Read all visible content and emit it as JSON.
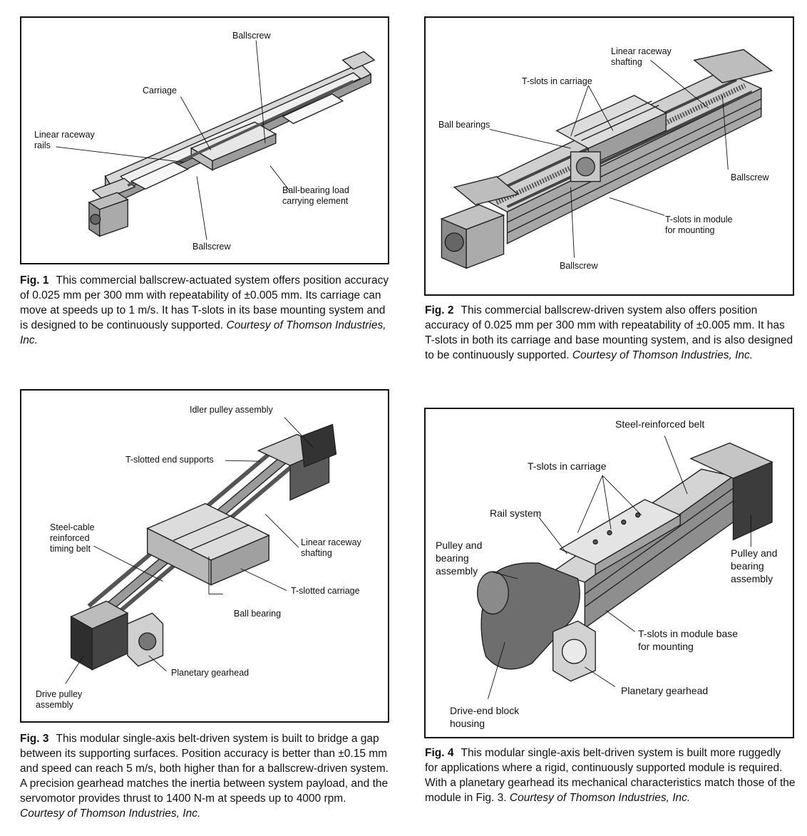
{
  "figures": [
    {
      "labels": {
        "ballscrew_top": "Ballscrew",
        "carriage": "Carriage",
        "rails": "Linear raceway\nrails",
        "load": "Ball-bearing load\ncarrying element",
        "ballscrew_bottom": "Ballscrew"
      },
      "caption": {
        "number": "Fig. 1",
        "text": "This commercial ballscrew-actuated system offers position accuracy of 0.025 mm per 300 mm with repeatability of ±0.005 mm. Its carriage can move at speeds up to 1 m/s. It has T-slots in its base mounting system and is designed to be continuously supported.",
        "courtesy": "Courtesy of Thomson Industries, Inc."
      }
    },
    {
      "labels": {
        "shafting": "Linear raceway\nshafting",
        "tslots_carriage": "T-slots in carriage",
        "ball_bearings": "Ball bearings",
        "ballscrew_right": "Ballscrew",
        "tslots_module": "T-slots in module\nfor mounting",
        "ballscrew_bottom": "Ballscrew"
      },
      "caption": {
        "number": "Fig. 2",
        "text": "This commercial ballscrew-driven system also offers position accuracy of 0.025 mm per 300 mm with repeatability of ±0.005 mm. It has T-slots in both its carriage and base mounting system, and is also designed to be continuously supported.",
        "courtesy": "Courtesy of Thomson Industries, Inc."
      }
    },
    {
      "labels": {
        "idler": "Idler pulley assembly",
        "end_supports": "T-slotted end supports",
        "belt": "Steel-cable\nreinforced\ntiming belt",
        "shafting": "Linear raceway\nshafting",
        "carriage": "T-slotted carriage",
        "ball_bearing": "Ball bearing",
        "gearhead": "Planetary gearhead",
        "drive_pulley": "Drive pulley\nassembly"
      },
      "caption": {
        "number": "Fig. 3",
        "text": "This modular single-axis belt-driven system is built to bridge a gap between its supporting surfaces. Position accuracy is better than ±0.15 mm and speed can reach 5 m/s, both higher than for a ballscrew-driven system. A precision gearhead matches the inertia between system payload, and the servomotor provides thrust to 1400 N-m at speeds up to 4000 rpm.",
        "courtesy": "Courtesy of Thomson Industries, Inc."
      }
    },
    {
      "labels": {
        "belt": "Steel-reinforced belt",
        "tslots_carriage": "T-slots in carriage",
        "rail": "Rail system",
        "pulley_left": "Pulley and\nbearing\nassembly",
        "pulley_right": "Pulley and\nbearing\nassembly",
        "tslots_base": "T-slots in module base\nfor mounting",
        "gearhead": "Planetary gearhead",
        "housing": "Drive-end block\nhousing"
      },
      "caption": {
        "number": "Fig. 4",
        "text": "This modular single-axis belt-driven system is built more ruggedly for applications where a rigid, continuously supported module is required. With a planetary gearhead its mechanical characteristics match those of the module in Fig. 3.",
        "courtesy": "Courtesy of Thomson Industries, Inc."
      }
    }
  ]
}
